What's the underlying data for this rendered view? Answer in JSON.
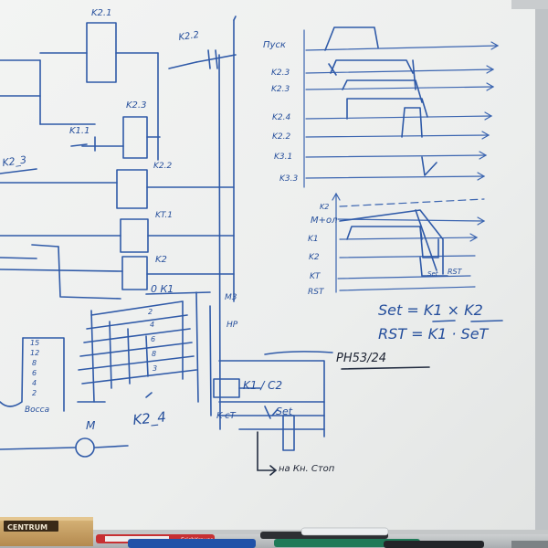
{
  "scene": {
    "bg": "#e9ebea",
    "ink_color": "#2f5aa8",
    "dark_ink_color": "#222c40"
  },
  "left_labels": {
    "k2_1": "K2.1",
    "k2_2_top": "K2.2",
    "k2_3_top": "K2.3",
    "k1_1": "K1.1",
    "k2_2_mid": "K2.2",
    "k2_3_left": "K2_3",
    "kt_1": "KT.1",
    "k2": "K2",
    "m3": "M3",
    "hp": "HP",
    "k2_4": "K2_4",
    "m_circle": "M",
    "zero_one": "0 К1"
  },
  "rack_numbers": [
    "15",
    "12",
    "8",
    "6",
    "4",
    "2"
  ],
  "rack_label": "Bocca",
  "rh_label": "PH53/24",
  "bottom_box_labels": {
    "k1c2": "K1 / C2",
    "kct": "K-cT",
    "set": "Set",
    "stop": "на Кн. Стоп"
  },
  "timing_top": {
    "rows": [
      "Пуск",
      "K2.3",
      "K2.3",
      "K2.4",
      "K2.2",
      "K3.1",
      "K3.3"
    ]
  },
  "timing_bottom": {
    "rows": [
      "K2",
      "M+ол",
      "K1",
      "K2",
      "KT",
      "RST"
    ],
    "set_label": "Set",
    "rst_label": "RST"
  },
  "formulas": {
    "set": "Set = K1 × K2",
    "rst": "RST = K1 · SeT"
  },
  "brand": {
    "ruler": "CENTRUM",
    "marker": "ErichKrause"
  }
}
